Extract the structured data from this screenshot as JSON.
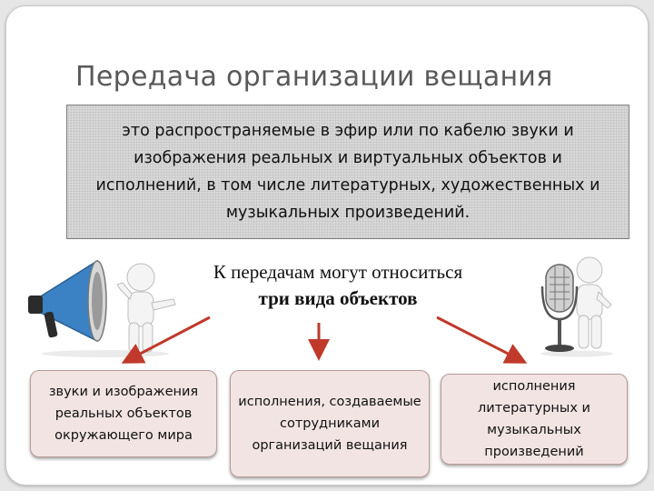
{
  "slide": {
    "title": "Передача организации вещания",
    "definition": "это распространяемые в эфир или по кабелю звуки и изображения реальных и виртуальных объектов и исполнений, в том числе литературных, художественных и музыкальных произведений.",
    "intro_line1": "К передачам могут относиться",
    "intro_line2": "три вида объектов",
    "categories": [
      {
        "text": "звуки и изображения реальных объектов окружающего мира"
      },
      {
        "text": "исполнения, создаваемые сотрудниками организаций вещания"
      },
      {
        "text": "исполнения литературных и музыкальных произведений"
      }
    ],
    "illustrations": {
      "left": "person-with-megaphone",
      "right": "person-with-microphone"
    }
  },
  "colors": {
    "title": "#595959",
    "definition_box": "#d9d9d9",
    "category_box": "#f2e4e3",
    "arrow": "#c0392b",
    "megaphone": "#3b82c4"
  }
}
